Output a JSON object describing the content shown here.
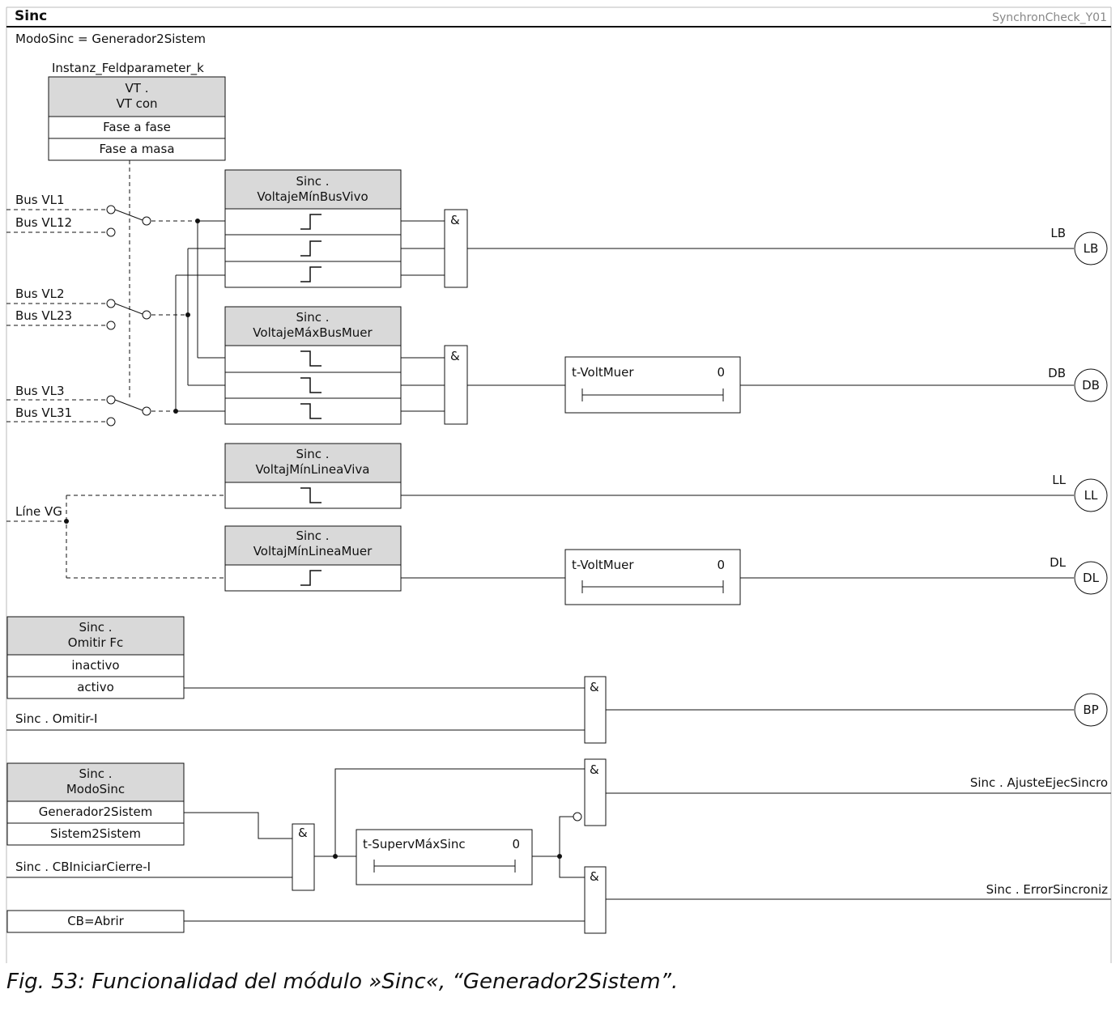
{
  "header": {
    "title": "Sinc",
    "doc_id": "SynchronCheck_Y01"
  },
  "mode_line": "ModoSinc = Generador2Sistem",
  "instanz_label": "Instanz_Feldparameter_k",
  "vt_block": {
    "title1": "VT .",
    "title2": "VT con",
    "options": [
      "Fase a fase",
      "Fase a masa"
    ]
  },
  "bus_inputs": [
    "Bus VL1",
    "Bus VL12",
    "Bus VL2",
    "Bus VL23",
    "Bus VL3",
    "Bus VL31"
  ],
  "live_bus": {
    "title1": "Sinc .",
    "title2": "VoltajeMínBusVivo"
  },
  "dead_bus": {
    "title1": "Sinc .",
    "title2": "VoltajeMáxBusMuer"
  },
  "live_line": {
    "title1": "Sinc .",
    "title2": "VoltajMínLineaViva"
  },
  "dead_line": {
    "title1": "Sinc .",
    "title2": "VoltajMínLineaMuer"
  },
  "line_input": "Líne VG",
  "and_symbol": "&",
  "timer_dead": {
    "label": "t-VoltMuer",
    "value": "0"
  },
  "timer_superv": {
    "label": "t-SupervMáxSinc",
    "value": "0"
  },
  "outputs": {
    "LB": "LB",
    "DB": "DB",
    "LL": "LL",
    "DL": "DL",
    "BP": "BP",
    "ajuste": "Sinc . AjusteEjecSincro",
    "error": "Sinc . ErrorSincroniz"
  },
  "omitir_block": {
    "title1": "Sinc .",
    "title2": "Omitir Fc",
    "options": [
      "inactivo",
      "activo"
    ]
  },
  "omitir_input": "Sinc . Omitir-I",
  "modo_block": {
    "title1": "Sinc .",
    "title2": "ModoSinc",
    "options": [
      "Generador2Sistem",
      "Sistem2Sistem"
    ]
  },
  "cb_input": "Sinc . CBIniciarCierre-I",
  "cb_open": "CB=Abrir",
  "caption": "Fig. 53: Funcionalidad del módulo »Sinc«, “Generador2Sistem”.",
  "colors": {
    "header_fill": "#d9d9d9",
    "line": "#111111",
    "doc_id": "#888888"
  }
}
